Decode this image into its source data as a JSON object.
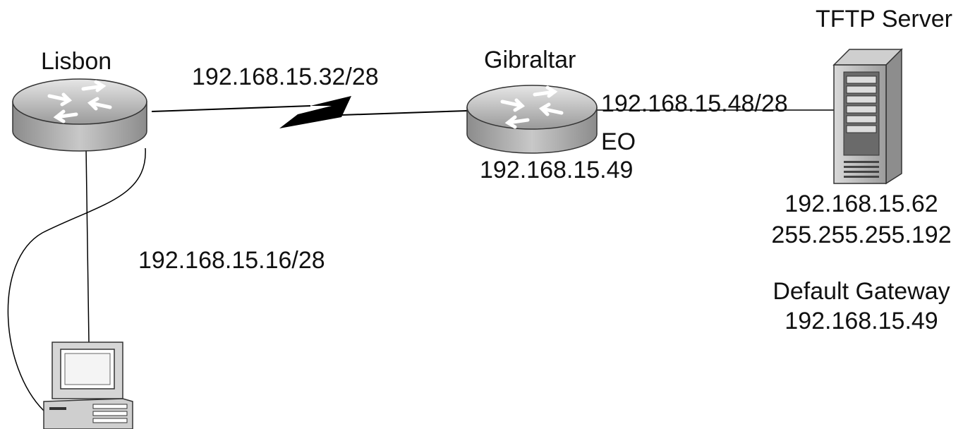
{
  "nodes": {
    "lisbon": {
      "name": "Lisbon"
    },
    "gibraltar": {
      "name": "Gibraltar",
      "interface": "EO",
      "interface_ip": "192.168.15.49"
    },
    "tftp_server": {
      "name": "TFTP Server",
      "ip": "192.168.15.62",
      "mask": "255.255.255.192",
      "gateway_label": "Default Gateway",
      "gateway_ip": "192.168.15.49"
    }
  },
  "links": {
    "wan": "192.168.15.32/28",
    "lan_server": "192.168.15.48/28",
    "lan_pc": "192.168.15.16/28"
  },
  "icons": {
    "router": "router-icon",
    "server": "server-tower-icon",
    "pc": "desktop-computer-icon",
    "serial": "serial-link-lightning-icon"
  }
}
